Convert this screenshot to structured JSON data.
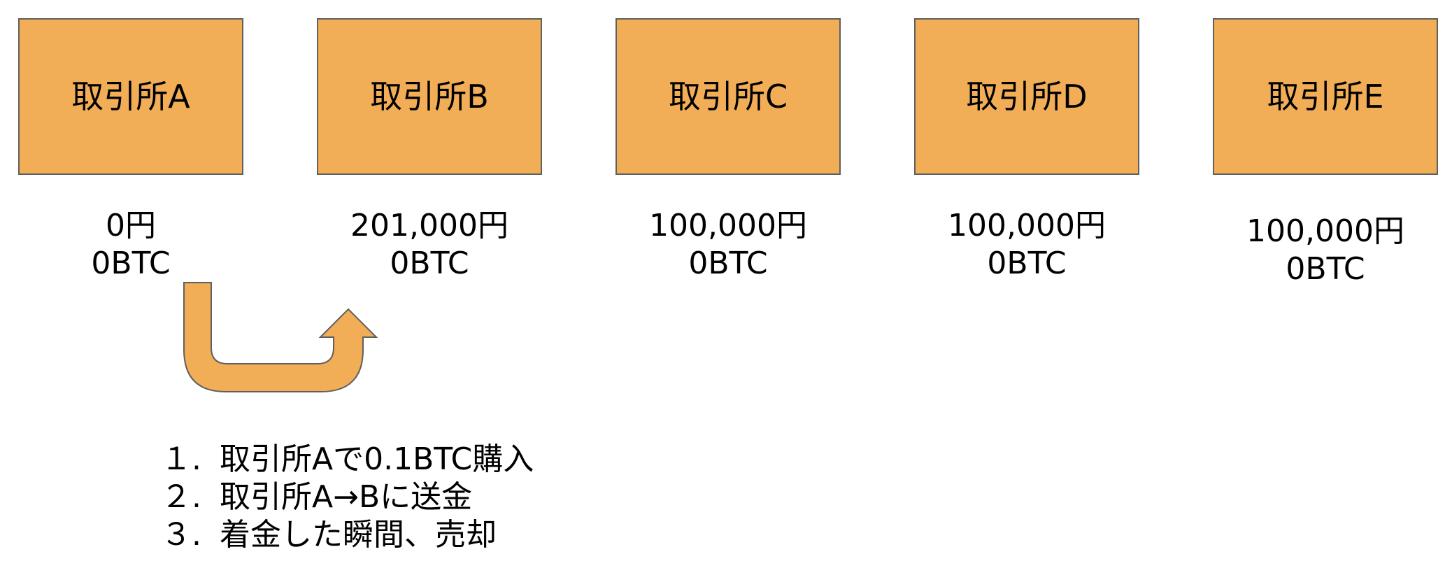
{
  "exchanges": [
    {
      "name": "取引所A",
      "yen": "0円",
      "btc": "0BTC"
    },
    {
      "name": "取引所B",
      "yen": "201,000円",
      "btc": "0BTC"
    },
    {
      "name": "取引所C",
      "yen": "100,000円",
      "btc": "0BTC"
    },
    {
      "name": "取引所D",
      "yen": "100,000円",
      "btc": "0BTC"
    },
    {
      "name": "取引所E",
      "yen": "100,000円",
      "btc": "0BTC"
    }
  ],
  "steps": [
    {
      "num": "１.",
      "text": "取引所Aで0.1BTC購入"
    },
    {
      "num": "２.",
      "text": "取引所A→Bに送金"
    },
    {
      "num": "３.",
      "text": "着金した瞬間、売却"
    }
  ],
  "colors": {
    "box_fill": "#f2ae57",
    "box_border": "#5f5f5f",
    "arrow_fill": "#f2ae57",
    "arrow_border": "#5f5f5f"
  }
}
